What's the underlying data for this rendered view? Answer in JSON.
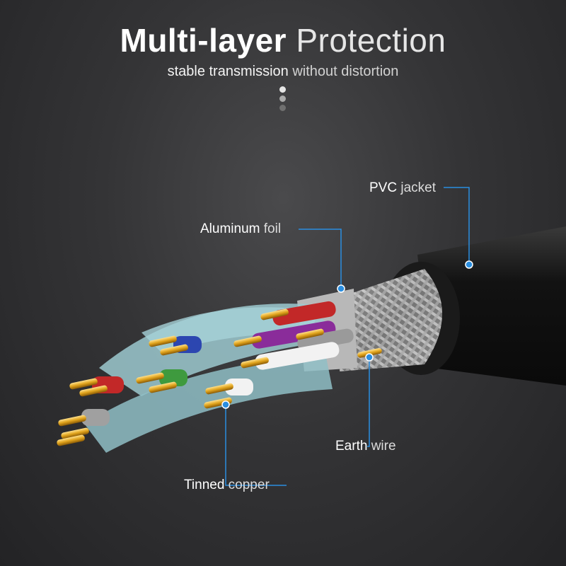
{
  "title": {
    "bold": "Multi-layer",
    "light": "Protection"
  },
  "subtitle": {
    "bold": "stable transmission",
    "light": "without distortion"
  },
  "callouts": {
    "pvc": {
      "bold": "PVC",
      "light": "jacket"
    },
    "aluminum": {
      "bold": "Aluminum",
      "light": "foil"
    },
    "earth": {
      "bold": "Earth",
      "light": "wire"
    },
    "tinned": {
      "bold": "Tinned",
      "light": "copper"
    }
  },
  "colors": {
    "accent": "#2a8ee0",
    "jacket": "#141414",
    "foil": "#9cc9cf",
    "gold": "#e0a31c",
    "wire_red": "#c22828",
    "wire_purple": "#8a2c9a",
    "wire_blue": "#2c46b0",
    "wire_green": "#3e9a3e",
    "wire_white": "#f0f0f0",
    "wire_gray": "#a0a0a0"
  }
}
